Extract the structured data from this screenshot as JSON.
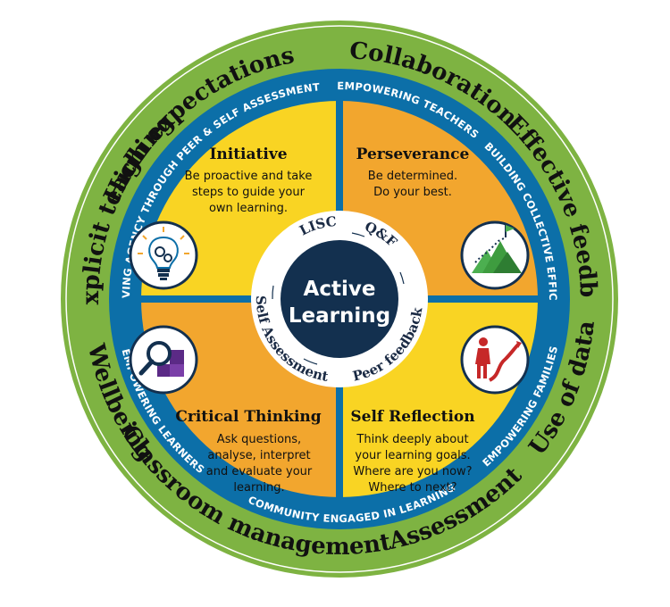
{
  "colors": {
    "outer_ring": "#7eb342",
    "blue_ring": "#0c6fa8",
    "yellow": "#f9d423",
    "orange": "#f2a62e",
    "center_navy": "#13304f",
    "white": "#ffffff"
  },
  "outer_ring_labels": {
    "high_expectations": "High expectations",
    "collaboration": "Collaboration",
    "effective_feedback": "Effective feedback",
    "use_of_data": "Use of data",
    "assessment": "Assessment",
    "classroom_management": "Classroom management",
    "wellbeing": "Wellbeing",
    "explicit_teaching": "Explicit teaching"
  },
  "blue_ring_labels": {
    "empowering_teachers": "EMPOWERING TEACHERS",
    "building_collective_efficacy": "BUILDING COLLECTIVE EFFICACY",
    "empowering_families": "EMPOWERING FAMILIES",
    "community_engaged": "COMMUNITY ENGAGED IN LEARNING",
    "empowering_learners": "EMPOWERING LEARNERS",
    "driving_agency": "DRIVING AGENCY THROUGH PEER & SELF ASSESSMENT"
  },
  "quadrants": {
    "initiative": {
      "title": "Initiative",
      "lines": [
        "Be proactive and take",
        "steps to guide your",
        "own learning."
      ],
      "icon": "lightbulb-gears-icon"
    },
    "perseverance": {
      "title": "Perseverance",
      "lines": [
        "Be determined.",
        "Do your best."
      ],
      "icon": "mountain-flag-icon"
    },
    "critical_thinking": {
      "title": "Critical Thinking",
      "lines": [
        "Ask questions,",
        "analyse, interpret",
        "and evaluate your",
        "learning."
      ],
      "icon": "magnifier-puzzle-icon"
    },
    "self_reflection": {
      "title": "Self Reflection",
      "lines": [
        "Think deeply about",
        "your learning goals.",
        "Where are you now?",
        "Where to next?"
      ],
      "icon": "person-path-icon"
    }
  },
  "inner_ring_labels": {
    "lisc": "LISC",
    "qf": "Q&F",
    "peer_feedback": "Peer feedback",
    "self_assessment": "Self Assessment"
  },
  "center": {
    "line1": "Active",
    "line2": "Learning"
  }
}
